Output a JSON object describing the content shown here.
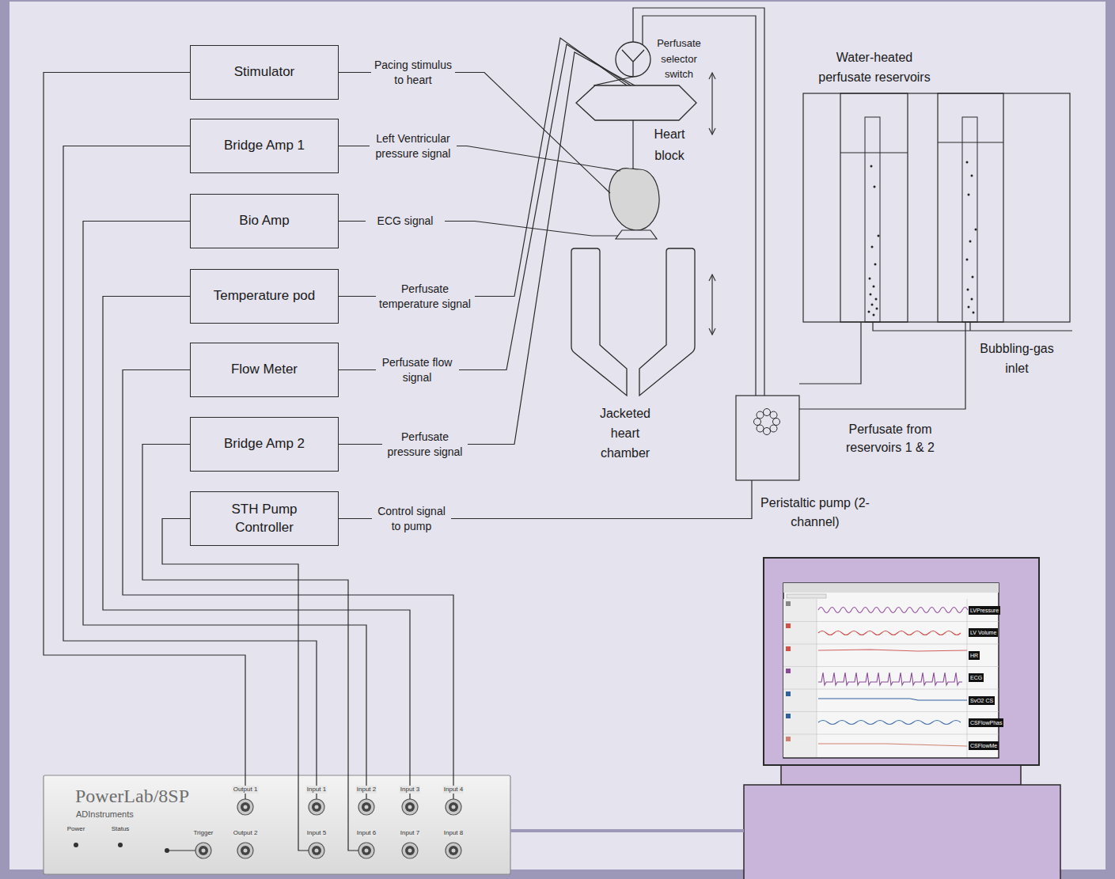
{
  "diagram": {
    "nodes": [
      {
        "text": [
          "Stimulator"
        ]
      },
      {
        "text": [
          "Bridge Amp 1"
        ]
      },
      {
        "text": [
          "Bio Amp"
        ]
      },
      {
        "text": [
          "Temperature pod"
        ]
      },
      {
        "text": [
          "Flow Meter"
        ]
      },
      {
        "text": [
          "Bridge Amp 2"
        ]
      },
      {
        "text": [
          "STH Pump Controller"
        ]
      },
      {
        "text": [
          "Perfusate selector switch"
        ]
      },
      {
        "text": [
          "Heart block"
        ]
      },
      {
        "text": [
          "Jacketed heart chamber"
        ]
      },
      {
        "text": [
          "Water-heated perfusate reservoirs"
        ]
      },
      {
        "text": [
          "Peristaltic pump (2-channel)"
        ]
      },
      {
        "text": [
          "PowerLab/8SP",
          "ADInstruments"
        ]
      },
      {
        "text": [
          "LVPressure",
          "LV Volume",
          "HR",
          "ECG",
          "SvO2 CS",
          "CSFlowPhas",
          "CSFlowMe"
        ]
      }
    ],
    "edges": [
      {
        "from": 0,
        "to": 8,
        "arrow": "none",
        "label": "Pacing stimulus to heart"
      },
      {
        "from": 1,
        "to": 8,
        "arrow": "none",
        "label": "Left Ventricular pressure signal"
      },
      {
        "from": 2,
        "to": 8,
        "arrow": "none",
        "label": "ECG signal"
      },
      {
        "from": 3,
        "to": 8,
        "arrow": "none",
        "label": "Perfusate temperature signal"
      },
      {
        "from": 4,
        "to": 8,
        "arrow": "none",
        "label": "Perfusate flow signal"
      },
      {
        "from": 5,
        "to": 8,
        "arrow": "none",
        "label": "Perfusate pressure signal"
      },
      {
        "from": 6,
        "to": 11,
        "arrow": "none",
        "label": "Control signal to pump"
      },
      {
        "from": 10,
        "to": 11,
        "arrow": "none",
        "label": "Perfusate from reservoirs 1 & 2"
      },
      {
        "from": 11,
        "to": 7,
        "arrow": "none"
      },
      {
        "from": 7,
        "to": 8,
        "arrow": "none"
      },
      {
        "from": 0,
        "to": 12,
        "arrow": "none"
      },
      {
        "from": 1,
        "to": 12,
        "arrow": "none"
      },
      {
        "from": 2,
        "to": 12,
        "arrow": "none"
      },
      {
        "from": 3,
        "to": 12,
        "arrow": "none"
      },
      {
        "from": 4,
        "to": 12,
        "arrow": "none"
      },
      {
        "from": 5,
        "to": 12,
        "arrow": "none"
      },
      {
        "from": 6,
        "to": 12,
        "arrow": "none"
      },
      {
        "from": 12,
        "to": 13,
        "arrow": "none"
      }
    ],
    "labels": [
      "Bubbling-gas inlet",
      "Power",
      "Status",
      "Trigger",
      "Output 1",
      "Output 2",
      "Input 1",
      "Input 2",
      "Input 3",
      "Input 4",
      "Input 5",
      "Input 6",
      "Input 7",
      "Input 8"
    ]
  }
}
